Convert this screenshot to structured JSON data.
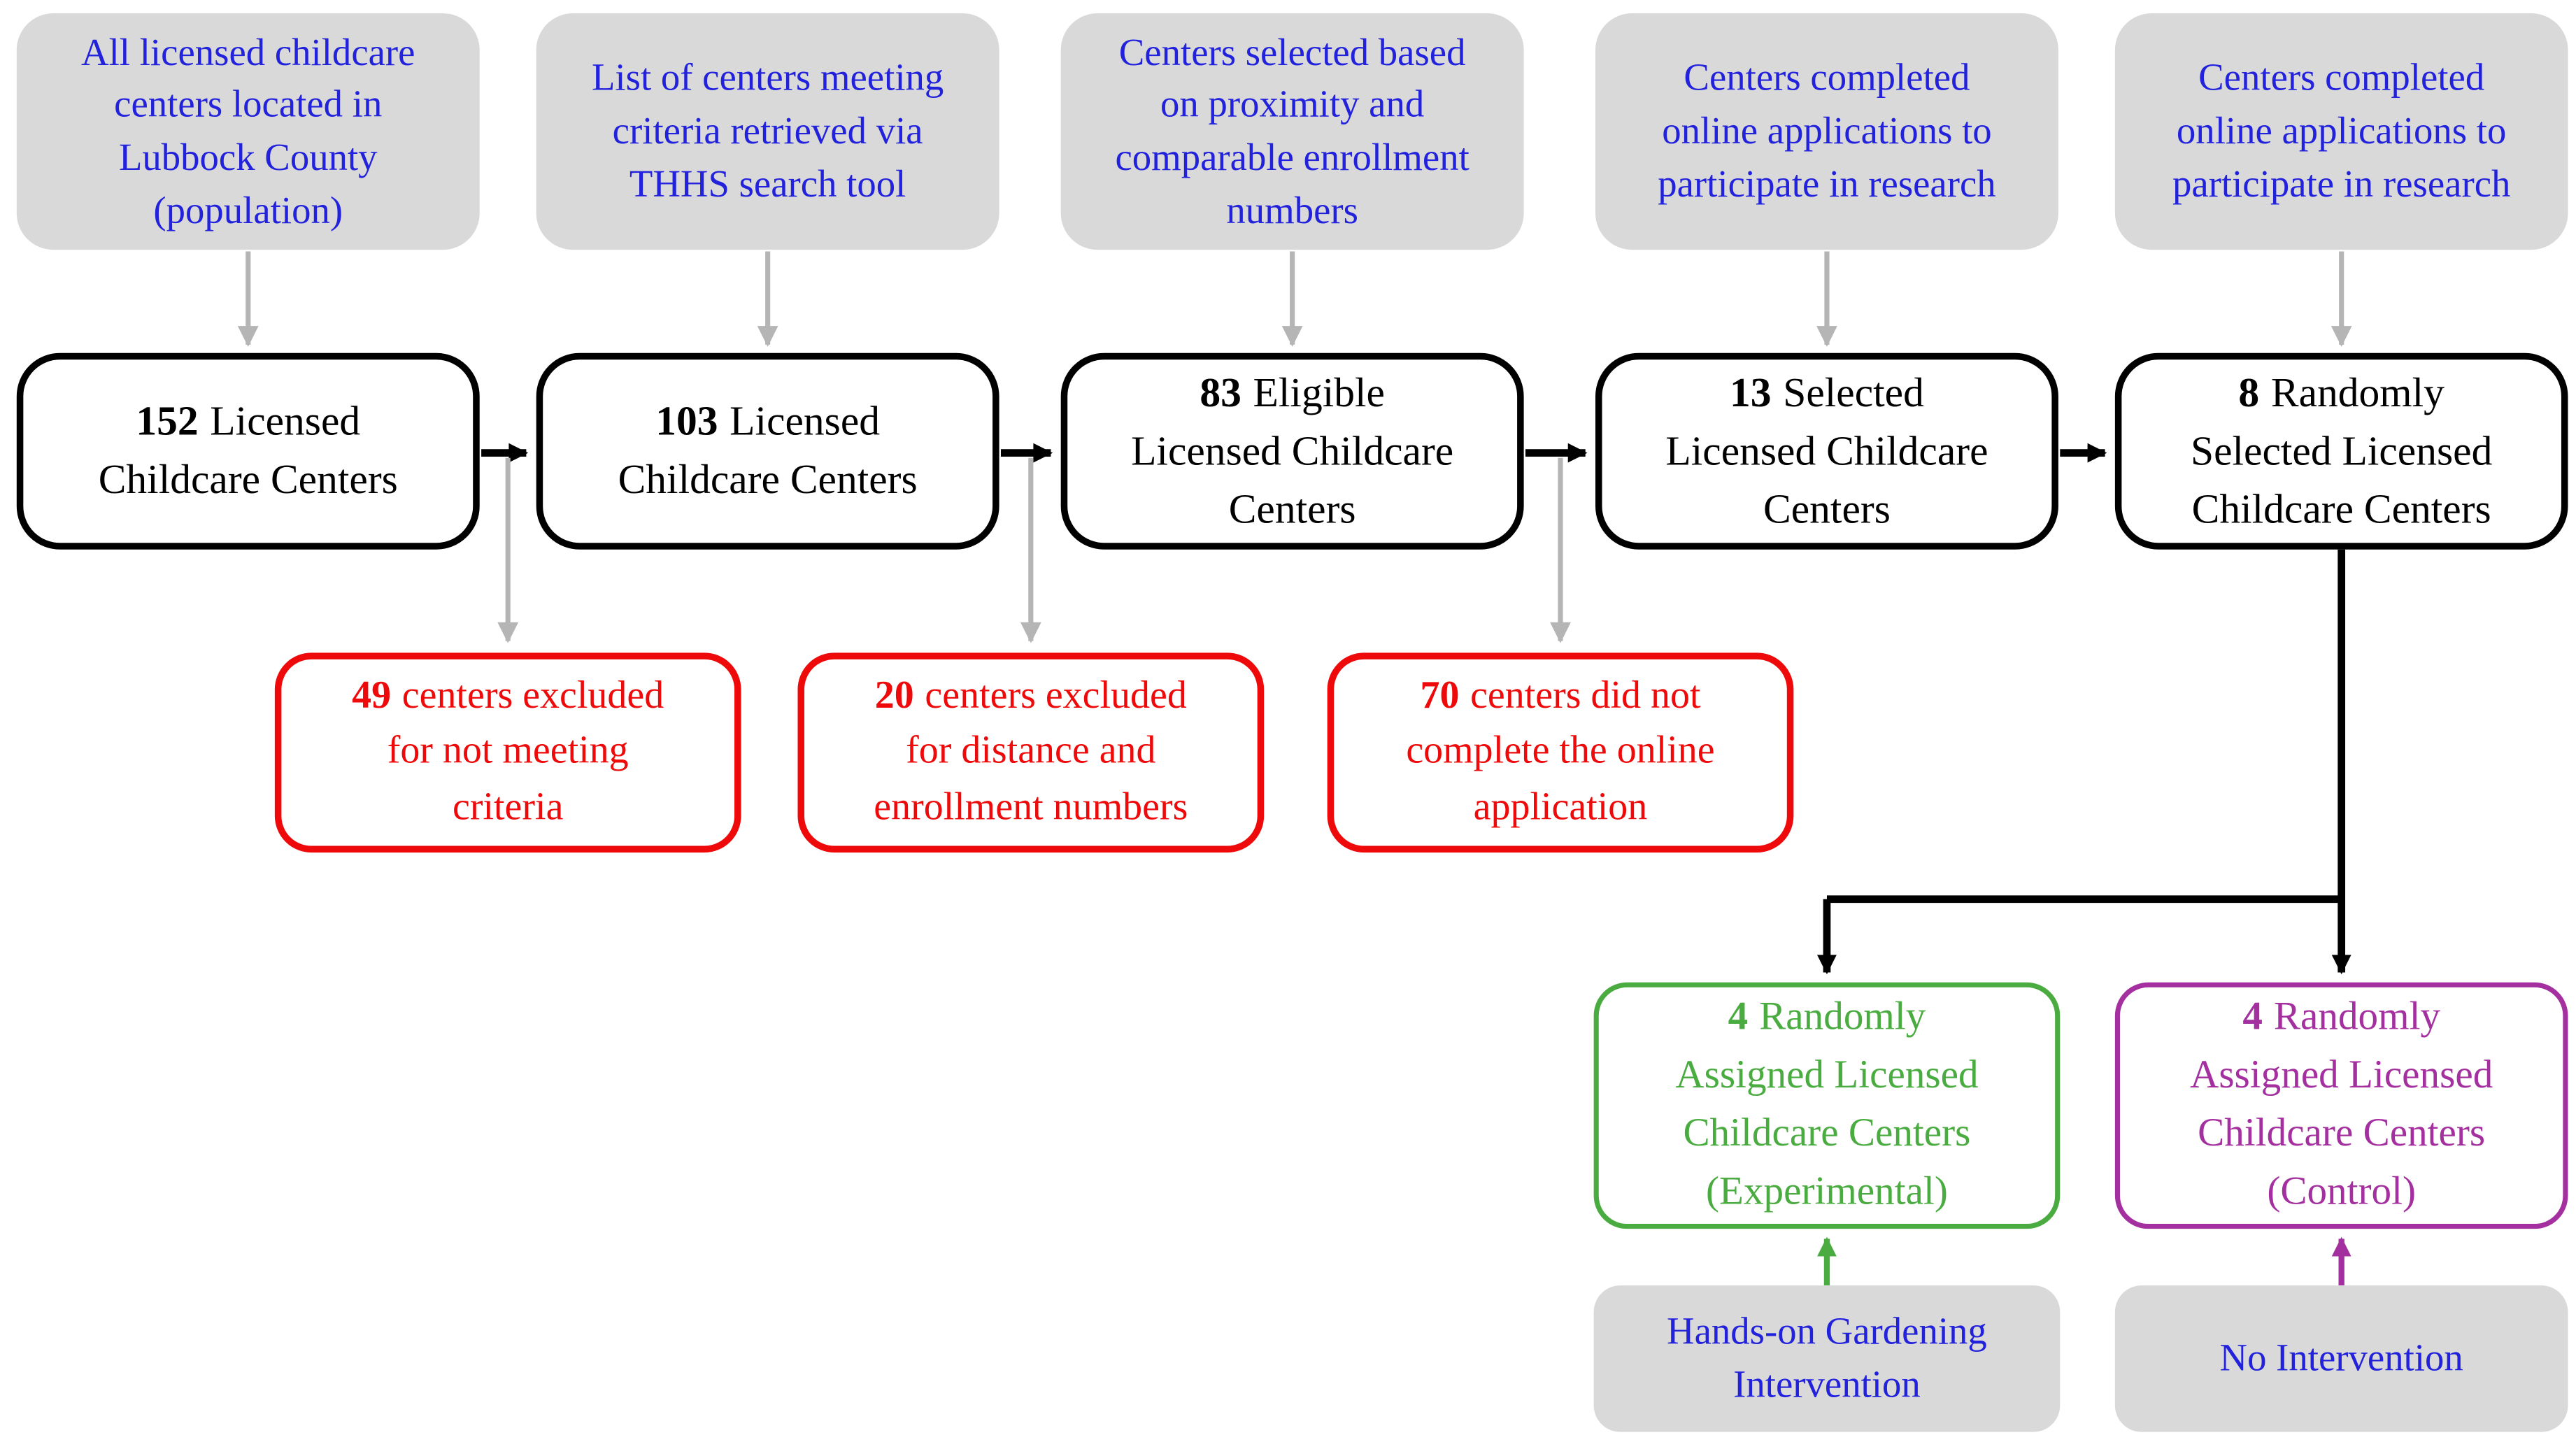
{
  "palette": {
    "box_gray": "#d9d9d9",
    "text_blue": "#2222dd",
    "text_black": "#000000",
    "accent_red": "#ee0a0a",
    "accent_green": "#4aac40",
    "accent_purple": "#a4309f",
    "arrow_gray": "#b5b5b5"
  },
  "population_row": [
    {
      "text": "All licensed childcare centers located in Lubbock County (population)"
    },
    {
      "text": "List of centers meeting criteria retrieved via THHS search tool"
    },
    {
      "text": "Centers selected based on proximity and comparable enrollment numbers"
    },
    {
      "text": "Centers completed online applications to participate in research"
    },
    {
      "text": "Centers completed online applications to participate in research"
    }
  ],
  "process_row": [
    {
      "count": "152",
      "label": "Licensed Childcare Centers"
    },
    {
      "count": "103",
      "label": "Licensed Childcare Centers"
    },
    {
      "count": "83",
      "label": "Eligible Licensed Childcare Centers"
    },
    {
      "count": "13",
      "label": "Selected Licensed Childcare Centers"
    },
    {
      "count": "8",
      "label": "Randomly Selected Licensed Childcare Centers"
    }
  ],
  "excluded_row": [
    {
      "count": "49",
      "label": "centers excluded for not meeting criteria"
    },
    {
      "count": "20",
      "label": "centers excluded for distance and enrollment numbers"
    },
    {
      "count": "70",
      "label": "centers did not complete the online application"
    }
  ],
  "assignment_row": {
    "experimental": {
      "count": "4",
      "label": "Randomly Assigned Licensed Childcare Centers (Experimental)"
    },
    "control": {
      "count": "4",
      "label": "Randomly Assigned Licensed Childcare Centers (Control)"
    }
  },
  "intervention_row": {
    "experimental": {
      "text": "Hands-on Gardening Intervention"
    },
    "control": {
      "text": "No Intervention"
    }
  }
}
